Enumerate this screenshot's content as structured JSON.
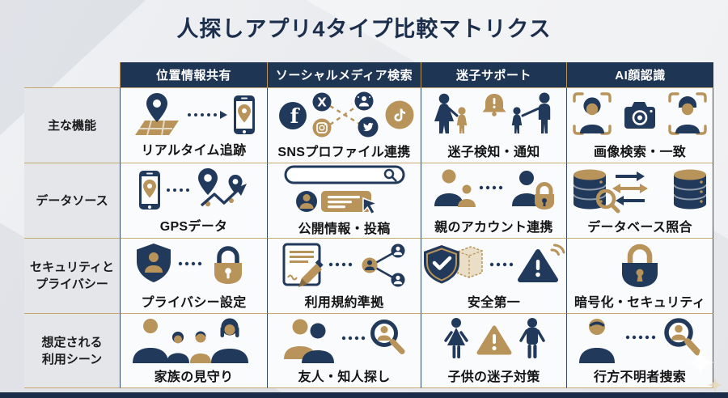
{
  "title": "人探しアプリ4タイプ比較マトリクス",
  "colors": {
    "navy": "#21395a",
    "navy_dark": "#1b2e4c",
    "gold": "#b8935a",
    "header_bg": "#1e3553",
    "row_label_bg": "#e4e6ea",
    "cell_bg": "#fafbfd",
    "background": "#e9ebee"
  },
  "matrix": {
    "columns": [
      "位置情報共有",
      "ソーシャルメディア検索",
      "迷子サポート",
      "AI顔認識"
    ],
    "rows": [
      {
        "label": "主な機能",
        "cells": [
          {
            "label": "リアルタイム追跡",
            "icons": [
              "map-pin-icon",
              "dotted-arrow-icon",
              "smartphone-pin-icon"
            ]
          },
          {
            "label": "SNSプロファイル連携",
            "icons": [
              "facebook-icon",
              "x-icon",
              "instagram-icon",
              "profile-group-icon",
              "twitter-icon",
              "tiktok-icon",
              "crossing-links-icon"
            ]
          },
          {
            "label": "迷子検知・通知",
            "icons": [
              "mother-icon",
              "child-icon",
              "alert-bell-icon",
              "child-icon",
              "father-icon"
            ]
          },
          {
            "label": "画像検索・一致",
            "icons": [
              "face-scan-frame-icon",
              "camera-icon",
              "face-scan-frame-icon"
            ]
          }
        ]
      },
      {
        "label": "データソース",
        "cells": [
          {
            "label": "GPSデータ",
            "icons": [
              "smartphone-pin-icon",
              "dots-connector-icon",
              "route-pins-icon"
            ]
          },
          {
            "label": "公開情報・投稿",
            "icons": [
              "search-bar-icon",
              "profile-avatar-icon",
              "post-box-icon",
              "cursor-icon"
            ]
          },
          {
            "label": "親のアカウント連携",
            "icons": [
              "parent-child-icon",
              "dots-connector-icon",
              "account-lock-icon"
            ]
          },
          {
            "label": "データベース照合",
            "icons": [
              "database-icon",
              "sync-arrows-icon",
              "database-icon",
              "magnifier-icon"
            ]
          }
        ]
      },
      {
        "label": "セキュリティと\nプライバシー",
        "cells": [
          {
            "label": "プライバシー設定",
            "icons": [
              "privacy-shield-icon",
              "dots-connector-icon",
              "gold-padlock-icon"
            ]
          },
          {
            "label": "利用規約準拠",
            "icons": [
              "terms-document-icon",
              "pencil-icon",
              "dots-connector-icon",
              "share-network-icon"
            ]
          },
          {
            "label": "安全第一",
            "icons": [
              "shield-check-icon",
              "package-box-icon",
              "dots-connector-icon",
              "warning-alert-icon"
            ]
          },
          {
            "label": "暗号化・セキュリティ",
            "icons": [
              "navy-padlock-icon"
            ]
          }
        ]
      },
      {
        "label": "想定される\n利用シーン",
        "cells": [
          {
            "label": "家族の見守り",
            "icons": [
              "family-icon"
            ]
          },
          {
            "label": "友人・知人探し",
            "icons": [
              "two-people-icon",
              "dots-connector-icon",
              "person-magnifier-icon"
            ]
          },
          {
            "label": "子供の迷子対策",
            "icons": [
              "girl-icon",
              "warning-triangle-icon",
              "boy-icon"
            ]
          },
          {
            "label": "行方不明者捜索",
            "icons": [
              "person-icon",
              "dots-connector-icon",
              "person-magnifier-icon"
            ]
          }
        ]
      }
    ]
  },
  "decorations": {
    "sparkles": [
      "sparkle-large",
      "sparkle-small"
    ]
  }
}
